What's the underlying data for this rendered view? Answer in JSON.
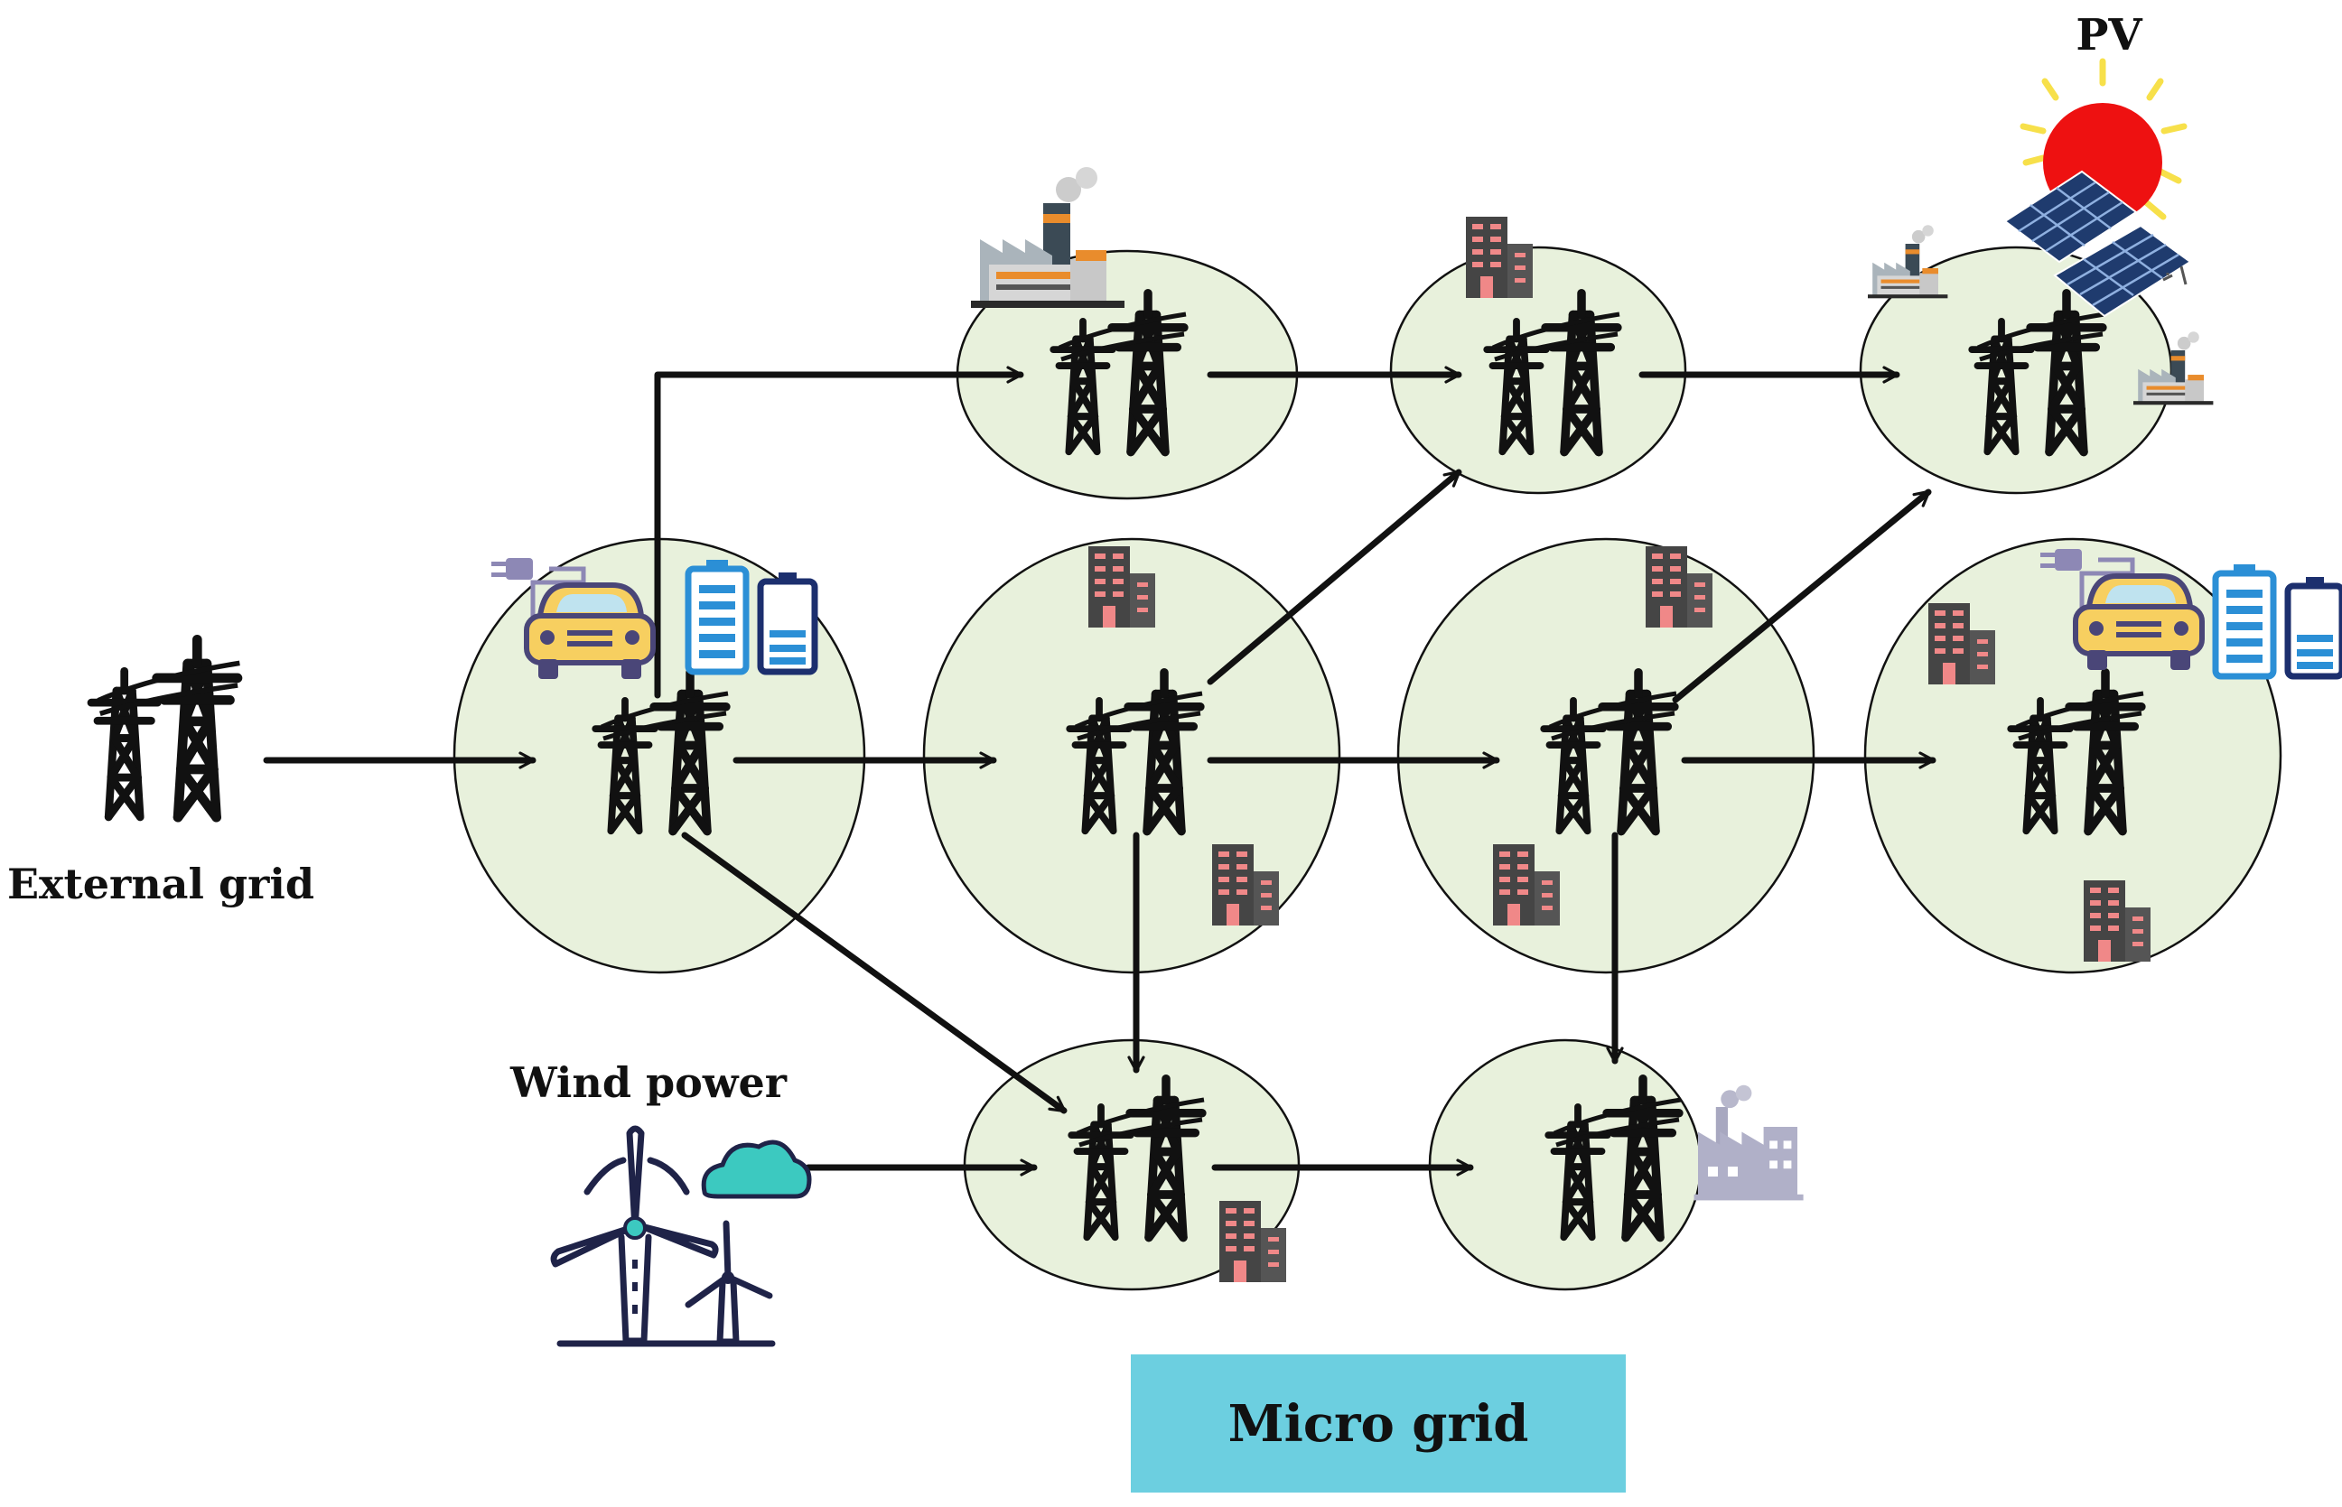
{
  "labels": {
    "external_grid": "External grid",
    "wind_power": "Wind power",
    "pv": "PV"
  },
  "legend": {
    "label": "Micro grid"
  },
  "colors": {
    "microgrid_fill": "#e8f1dc",
    "legend_fill": "#6ccfe0",
    "building": "#444444",
    "window": "#f08888",
    "sun": "#ee1111",
    "sun_ray": "#f7e04a",
    "panel": "#1f3b6e",
    "battery": "#2b8fd6",
    "car": "#f7cf60",
    "cloud": "#3cc9c0",
    "turbine": "#1f2348"
  },
  "nodes": [
    {
      "id": "mg-1",
      "icons": [
        "ev-charging-icon",
        "battery-icon"
      ]
    },
    {
      "id": "mg-2",
      "icons": [
        "factory-icon"
      ]
    },
    {
      "id": "mg-3",
      "icons": [
        "building-icon"
      ]
    },
    {
      "id": "mg-4",
      "icons": [
        "factory-icon",
        "solar-panel-icon",
        "factory-icon"
      ]
    },
    {
      "id": "mg-5",
      "icons": [
        "building-icon",
        "building-icon"
      ]
    },
    {
      "id": "mg-6",
      "icons": [
        "building-icon",
        "building-icon"
      ]
    },
    {
      "id": "mg-7",
      "icons": [
        "building-icon",
        "ev-charging-icon",
        "battery-icon",
        "building-icon"
      ]
    },
    {
      "id": "mg-8",
      "icons": [
        "building-icon"
      ]
    },
    {
      "id": "mg-9",
      "icons": [
        "factory-icon"
      ]
    }
  ],
  "edges": [
    {
      "from": "external-grid",
      "to": "mg-1"
    },
    {
      "from": "mg-1",
      "to": "mg-5"
    },
    {
      "from": "mg-1",
      "to": "mg-2"
    },
    {
      "from": "mg-1",
      "to": "mg-8"
    },
    {
      "from": "mg-2",
      "to": "mg-3"
    },
    {
      "from": "mg-3",
      "to": "mg-4"
    },
    {
      "from": "mg-5",
      "to": "mg-3"
    },
    {
      "from": "mg-5",
      "to": "mg-6"
    },
    {
      "from": "mg-5",
      "to": "mg-8"
    },
    {
      "from": "mg-6",
      "to": "mg-4"
    },
    {
      "from": "mg-6",
      "to": "mg-7"
    },
    {
      "from": "mg-6",
      "to": "mg-9"
    },
    {
      "from": "wind-power",
      "to": "mg-8"
    },
    {
      "from": "mg-8",
      "to": "mg-9"
    }
  ]
}
